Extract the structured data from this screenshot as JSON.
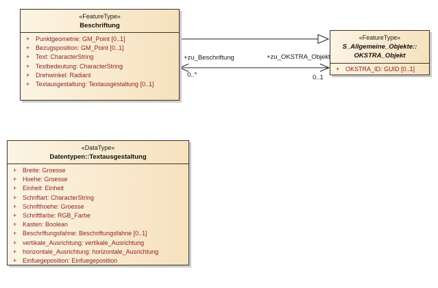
{
  "diagram": {
    "colors": {
      "class_fill_left": "#fcf4e3",
      "class_fill_right": "#f6e1bd",
      "class_border": "#3c3124",
      "attribute_text": "#8b1f1f",
      "header_text": "#111111",
      "connector_line": "#1f1f1f",
      "shadow": "#cdcdcd",
      "background": "#ffffff"
    },
    "classes": {
      "beschriftung": {
        "stereotype": "«FeatureType»",
        "name": "Beschriftung",
        "attributes": [
          {
            "vis": "+",
            "text": "Punktgeometrie: GM_Point [0..1]"
          },
          {
            "vis": "+",
            "text": "Bezugsposition: GM_Point [0..1]"
          },
          {
            "vis": "+",
            "text": "Text: CharacterString"
          },
          {
            "vis": "+",
            "text": "Textbedeutung: CharacterString"
          },
          {
            "vis": "+",
            "text": "Drehwinkel: Radiant"
          },
          {
            "vis": "+",
            "text": "Textausgestaltung: Textausgestaltung [0..1]"
          }
        ]
      },
      "okstra_objekt": {
        "stereotype": "«FeatureType»",
        "name_line1": "S_Allgemeine_Objekte::",
        "name_line2": "OKSTRA_Objekt",
        "attributes": [
          {
            "vis": "+",
            "text": "OKSTRA_ID: GUID [0..1]"
          }
        ]
      },
      "textausgestaltung": {
        "stereotype": "«DataType»",
        "name": "Datentypen::Textausgestaltung",
        "attributes": [
          {
            "vis": "+",
            "text": "Breite: Groesse"
          },
          {
            "vis": "+",
            "text": "Hoehe: Groesse"
          },
          {
            "vis": "+",
            "text": "Einheit: Einheit"
          },
          {
            "vis": "+",
            "text": "Schriftart: CharacterString"
          },
          {
            "vis": "+",
            "text": "Schrifthoehe: Groesse"
          },
          {
            "vis": "+",
            "text": "Schriftfarbe: RGB_Farbe"
          },
          {
            "vis": "+",
            "text": "Kasten: Boolean"
          },
          {
            "vis": "+",
            "text": "Beschriftungsfahne: Beschriftungsfahne [0..1]"
          },
          {
            "vis": "+",
            "text": "vertikale_Ausrichtung: vertikale_Ausrichtung"
          },
          {
            "vis": "+",
            "text": "horizontale_Ausrichtung: horizontale_Ausrichtung"
          },
          {
            "vis": "+",
            "text": "Einfuegeposition: Einfuegeposition"
          }
        ]
      }
    },
    "connectors": {
      "association": {
        "source_role": "+zu_Beschriftung",
        "source_multiplicity": "0..*",
        "target_role": "+zu_OKSTRA_Objekt",
        "target_multiplicity": "0..1"
      }
    }
  }
}
